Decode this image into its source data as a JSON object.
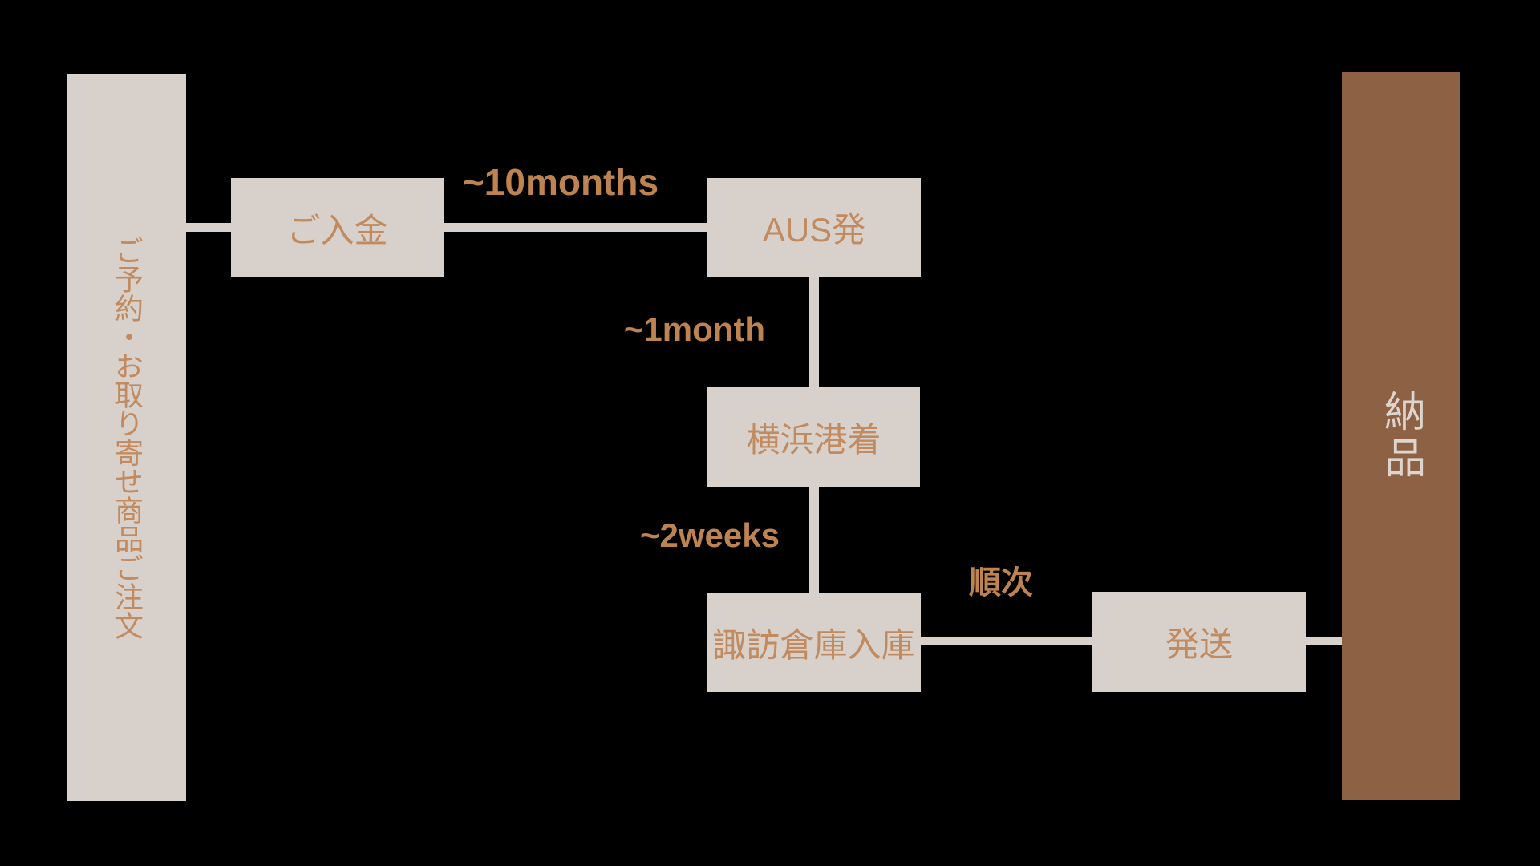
{
  "colors": {
    "background": "#000000",
    "node_fill": "#d8d1cb",
    "connector": "#d8d1cb",
    "delivery_fill": "#8d6144",
    "node_text": "#c18b5f",
    "label_text": "#bd8350",
    "delivery_text": "#ddd5ce"
  },
  "diagram": {
    "start_bar": {
      "label": "ご予約・お取り寄せ商品ご注文"
    },
    "end_bar": {
      "label": "納品"
    },
    "nodes": {
      "payment": {
        "label": "ご入金"
      },
      "aus": {
        "label": "AUS発"
      },
      "yokohama": {
        "label": "横浜港着"
      },
      "suwa": {
        "label": "諏訪倉庫入庫"
      },
      "shipping": {
        "label": "発送"
      }
    },
    "edge_labels": {
      "payment_to_aus": "~10months",
      "aus_to_yokohama": "~1month",
      "yokohama_to_suwa": "~2weeks",
      "suwa_to_shipping": "順次"
    }
  }
}
